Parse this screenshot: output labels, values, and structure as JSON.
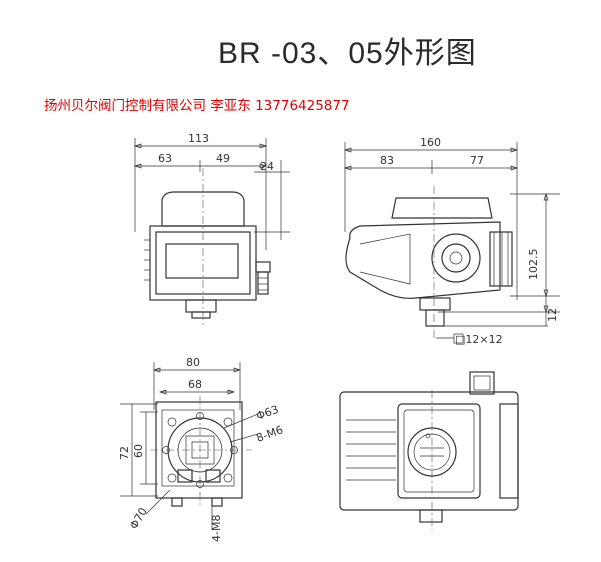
{
  "title": "BR -03、05外形图",
  "company_line": "扬州贝尔阀门控制有限公司 李亚东 13776425877",
  "dims": {
    "front_width": "113",
    "front_left": "63",
    "front_right": "49",
    "front_offset": "24",
    "side_width": "160",
    "side_left": "83",
    "side_right": "77",
    "side_height": "102.5",
    "side_small": "12",
    "shaft": "□12×12",
    "bottom_width": "80",
    "bottom_inner": "68",
    "bottom_height": "72",
    "bottom_inner_h": "60",
    "pcd_63": "Φ63",
    "bolt_m6": "8-M6",
    "pcd_70": "Φ70",
    "bolt_m8": "4-M8"
  }
}
